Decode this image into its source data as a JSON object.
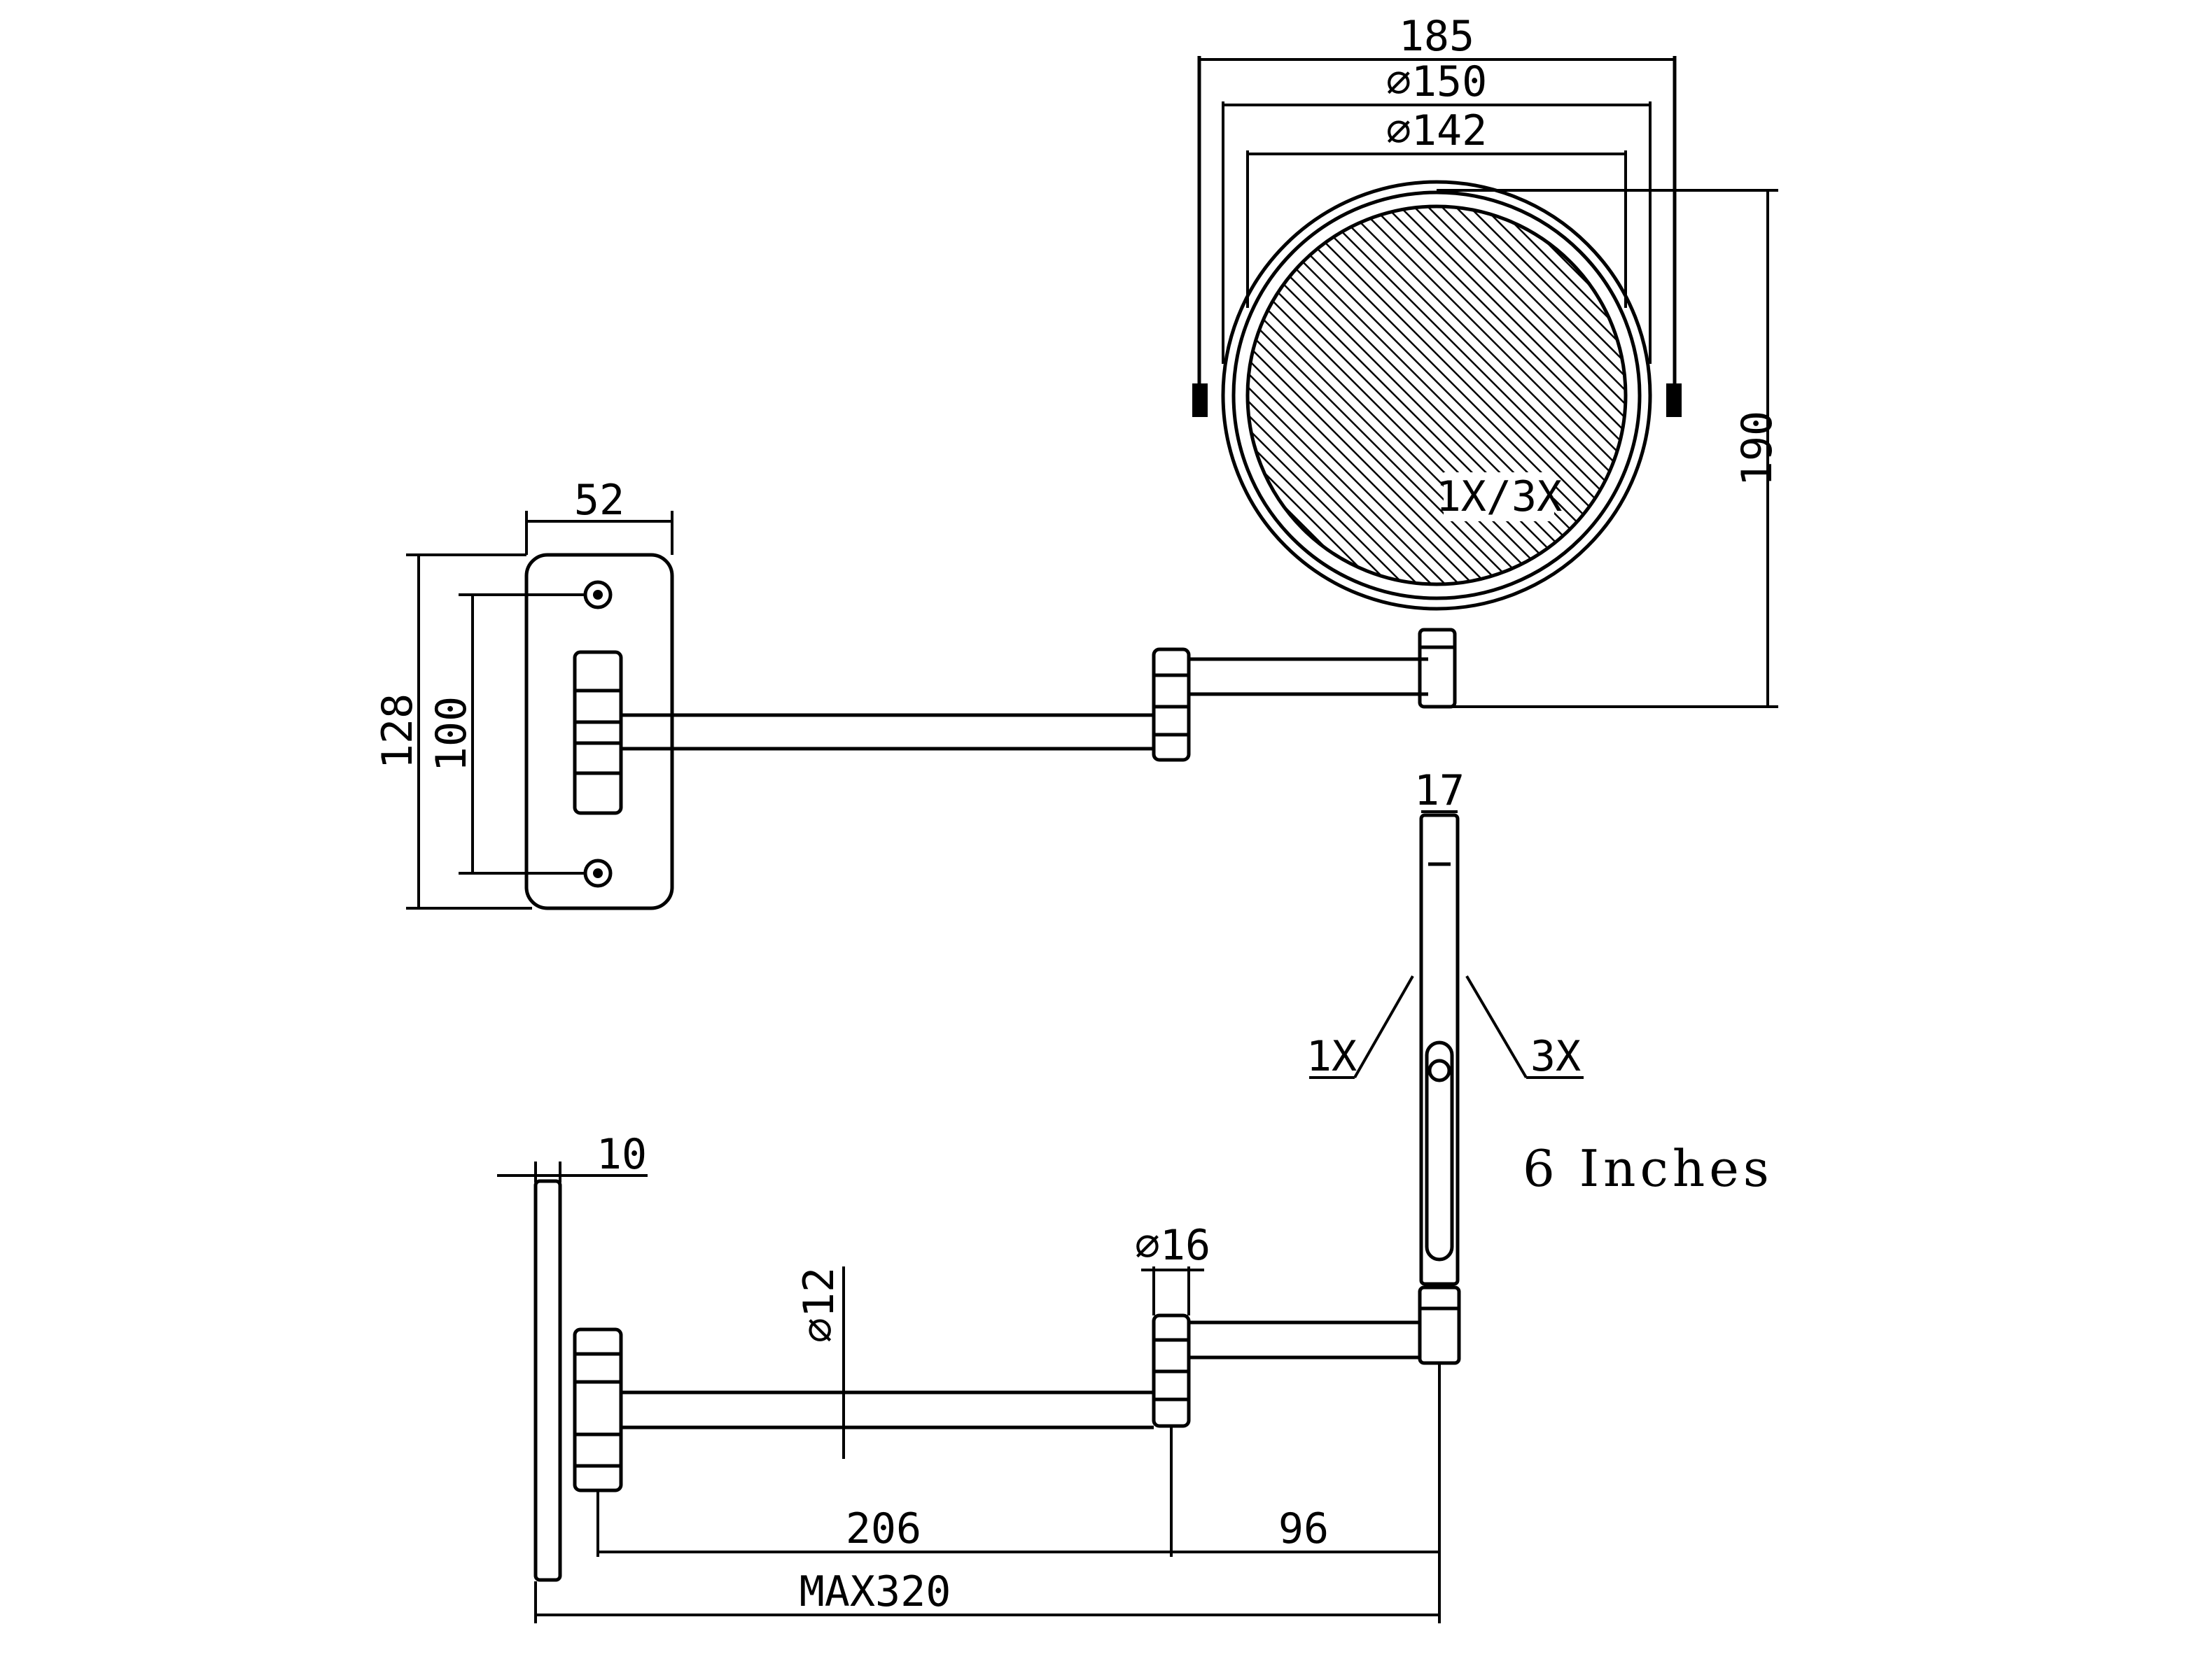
{
  "dimensions": {
    "overall_width": "185",
    "mirror_outer_dia": "⌀150",
    "mirror_inner_dia": "⌀142",
    "overall_height": "190",
    "plate_width": "52",
    "plate_height": "128",
    "hole_spacing": "100",
    "mirror_thickness": "17",
    "plate_thickness": "10",
    "arm_tube_dia": "⌀12",
    "joint_dia": "⌀16",
    "arm_length_1": "206",
    "arm_length_2": "96",
    "max_extension": "MAX320"
  },
  "labels": {
    "magnification_front": "1X/3X",
    "side_1x": "1X",
    "side_3x": "3X",
    "size_note": "6 Inches"
  }
}
